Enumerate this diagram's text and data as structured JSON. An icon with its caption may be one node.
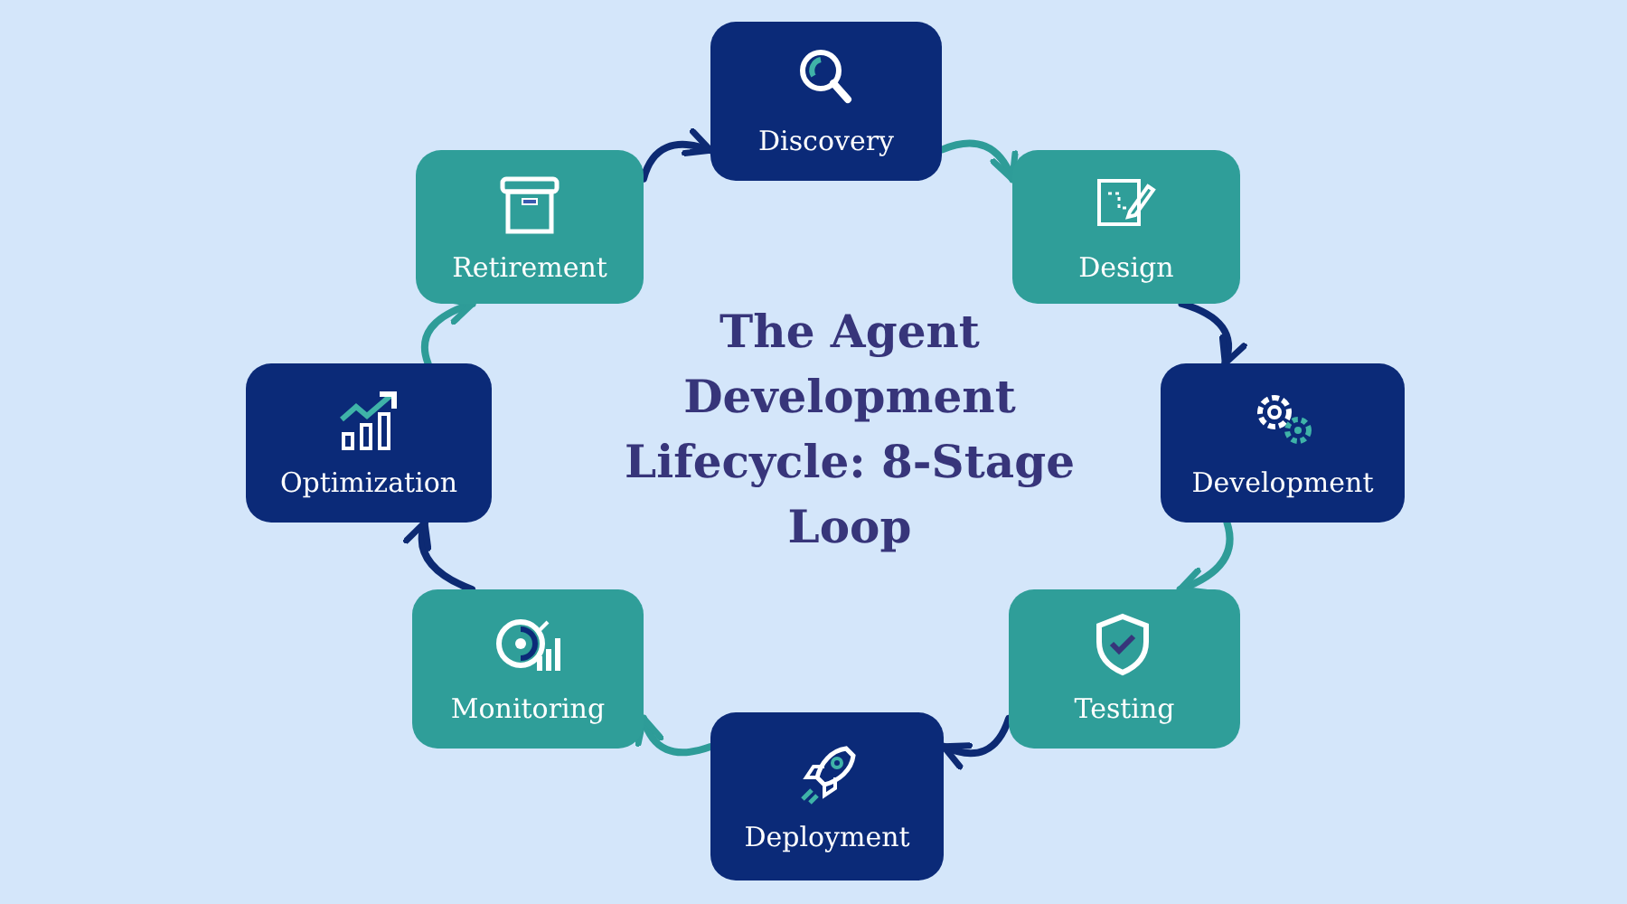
{
  "diagram": {
    "title": "The Agent Development Lifecycle: 8-Stage Loop",
    "nodes": [
      {
        "text": [
          "Discovery"
        ]
      },
      {
        "text": [
          "Design"
        ]
      },
      {
        "text": [
          "Development"
        ]
      },
      {
        "text": [
          "Testing"
        ]
      },
      {
        "text": [
          "Deployment"
        ]
      },
      {
        "text": [
          "Monitoring"
        ]
      },
      {
        "text": [
          "Optimization"
        ]
      },
      {
        "text": [
          "Retirement"
        ]
      }
    ],
    "edges": [
      {
        "from": 0,
        "to": 1,
        "arrow": "to",
        "color": "#2e9c98"
      },
      {
        "from": 1,
        "to": 2,
        "arrow": "to",
        "color": "#0d2a73"
      },
      {
        "from": 2,
        "to": 3,
        "arrow": "to",
        "color": "#2e9c98"
      },
      {
        "from": 3,
        "to": 4,
        "arrow": "to",
        "color": "#0d2a73"
      },
      {
        "from": 4,
        "to": 5,
        "arrow": "to",
        "color": "#2e9c98"
      },
      {
        "from": 5,
        "to": 6,
        "arrow": "to",
        "color": "#0d2a73"
      },
      {
        "from": 6,
        "to": 7,
        "arrow": "to",
        "color": "#2e9c98"
      },
      {
        "from": 7,
        "to": 0,
        "arrow": "to",
        "color": "#0d2a73"
      }
    ]
  }
}
